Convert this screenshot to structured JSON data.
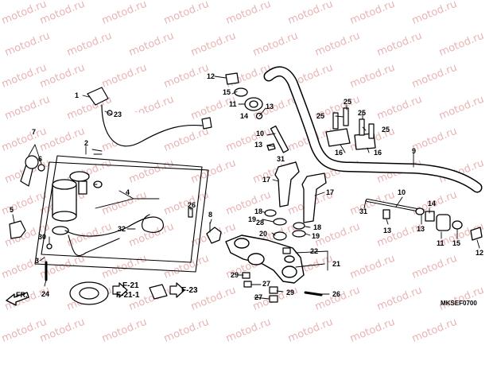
{
  "watermark": "motod.ru",
  "diagram_code": "MKSEF0700",
  "front_indicator": "FR.",
  "cross_refs": {
    "ref_a": "F-21",
    "ref_b": "F-21-1",
    "ref_c": "F-23"
  },
  "callouts": {
    "c1": "1",
    "c2": "2",
    "c3": "3",
    "c4": "4",
    "c5": "5",
    "c6": "6",
    "c7": "7",
    "c8": "8",
    "c9": "9",
    "c10a": "10",
    "c10b": "10",
    "c11a": "11",
    "c11b": "11",
    "c12a": "12",
    "c12b": "12",
    "c13a": "13",
    "c13b": "13",
    "c13c": "13",
    "c14a": "14",
    "c14b": "14",
    "c15a": "15",
    "c15b": "15",
    "c16a": "16",
    "c16b": "16",
    "c17a": "17",
    "c17b": "17",
    "c18a": "18",
    "c18b": "18",
    "c19a": "19",
    "c19b": "19",
    "c20": "20",
    "c21": "21",
    "c22": "22",
    "c23": "23",
    "c24": "24",
    "c25a": "25",
    "c25b": "25",
    "c25c": "25",
    "c25d": "25",
    "c26a": "26",
    "c26b": "26",
    "c27a": "27",
    "c27b": "27",
    "c28": "28",
    "c29a": "29",
    "c29b": "29",
    "c30": "30",
    "c31a": "31",
    "c31b": "31",
    "c32": "32"
  }
}
